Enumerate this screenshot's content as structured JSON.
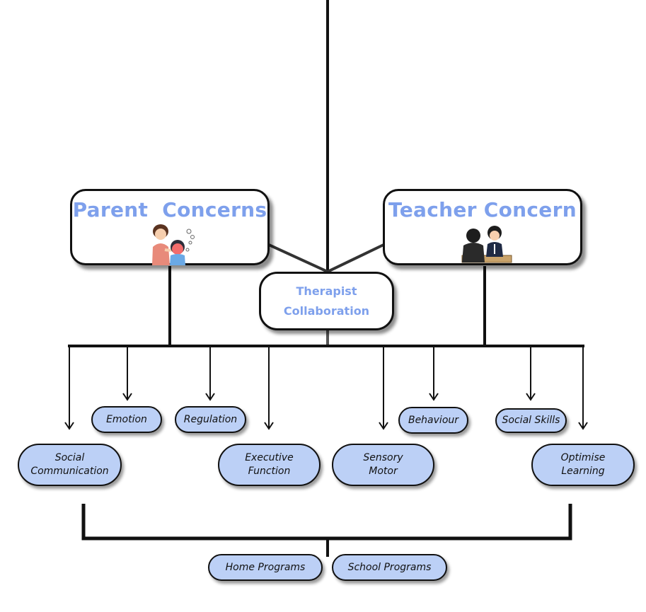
{
  "diagram": {
    "parent_box": {
      "title": "Parent  Concerns",
      "icon": "parent-and-child-icon"
    },
    "teacher_box": {
      "title": "Teacher Concern",
      "icon": "teacher-and-student-icon"
    },
    "therapist_box": {
      "line1": "Therapist",
      "line2": "Collaboration"
    },
    "areas": {
      "emotion": "Emotion",
      "regulation": "Regulation",
      "behaviour": "Behaviour",
      "social_skills": "Social Skills",
      "social_communication": {
        "line1": "Social",
        "line2": "Communication"
      },
      "executive_function": {
        "line1": "Executive",
        "line2": "Function"
      },
      "sensory_motor": {
        "line1": "Sensory",
        "line2": "Motor"
      },
      "optimise_learning": {
        "line1": "Optimise",
        "line2": "Learning"
      }
    },
    "programs": {
      "home": "Home Programs",
      "school": "School Programs"
    },
    "colors": {
      "title_text": "#7ea0ec",
      "pill_fill": "#bcd0f6",
      "line": "#111111"
    }
  }
}
